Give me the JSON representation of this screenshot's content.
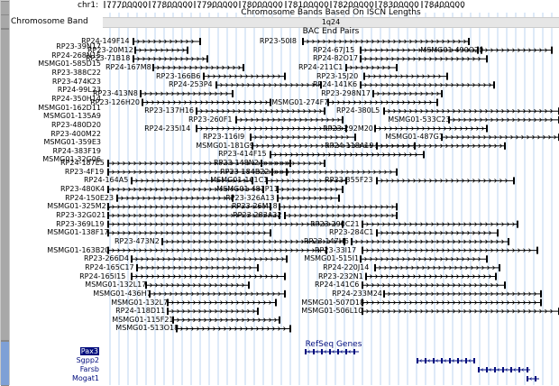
{
  "chrom": {
    "label": "chr1:",
    "ticks": [
      "77700000",
      "77800000",
      "77900000",
      "78000000",
      "78100000",
      "78200000",
      "78300000",
      "78400000"
    ]
  },
  "band_track": {
    "title": "Chromosome Bands Based On ISCN Lengths",
    "left_label": "Chromosome Band",
    "band_name": "1q24"
  },
  "bac_track": {
    "title": "BAC End Pairs",
    "left_labels": [
      "RP23-39N17",
      "RP24-268N15",
      "MSMG01-585D15",
      "RP23-388C22",
      "RP23-474K23",
      "RP24-99L23",
      "RP24-350H14",
      "MSMG01-162D11",
      "MSMG01-135A9",
      "RP23-480D20",
      "RP23-400M22",
      "MSMG01-359E3",
      "RP24-383F19",
      "MSMG01-32G06"
    ],
    "items": [
      {
        "label": "RP24-149F14",
        "row": 1
      },
      {
        "label": "RP23-50I8",
        "row": 1
      },
      {
        "label": "RP23-20M12",
        "row": 2
      },
      {
        "label": "RP24-67J15",
        "row": 2
      },
      {
        "label": "MSMG01-490O20",
        "row": 2
      },
      {
        "label": "RP23-71B18",
        "row": 3
      },
      {
        "label": "RP24-82O17",
        "row": 3
      },
      {
        "label": "RP24-167M8",
        "row": 4
      },
      {
        "label": "RP24-211C1",
        "row": 4
      },
      {
        "label": "RP23-166B6",
        "row": 5
      },
      {
        "label": "RP23-15J20",
        "row": 5
      },
      {
        "label": "RP24-253P4",
        "row": 6
      },
      {
        "label": "RP24-141K6",
        "row": 6
      },
      {
        "label": "RP23-413N8",
        "row": 7
      },
      {
        "label": "RP23-298N17",
        "row": 7
      },
      {
        "label": "RP23-126H20",
        "row": 8
      },
      {
        "label": "MSMG01-274F7",
        "row": 8
      },
      {
        "label": "RP23-137H16",
        "row": 9
      },
      {
        "label": "RP24-380L5",
        "row": 9
      },
      {
        "label": "RP23-260F1",
        "row": 10
      },
      {
        "label": "MSMG01-533C23",
        "row": 10
      },
      {
        "label": "RP24-235I14",
        "row": 11
      },
      {
        "label": "RP23-292M20",
        "row": 11
      },
      {
        "label": "RP23-116I9",
        "row": 12
      },
      {
        "label": "MSMG01-487G1",
        "row": 12
      },
      {
        "label": "MSMG01-181G9",
        "row": 13
      },
      {
        "label": "RP24-118A19",
        "row": 13
      },
      {
        "label": "RP23-414F15",
        "row": 14
      },
      {
        "label": "RP24-187E5",
        "row": 15
      },
      {
        "label": "RP23-148N2",
        "row": 15
      },
      {
        "label": "RP23-4F19",
        "row": 16
      },
      {
        "label": "RP23-184B22",
        "row": 16
      },
      {
        "label": "RP24-164A5",
        "row": 17
      },
      {
        "label": "MSMG01-161C1",
        "row": 17
      },
      {
        "label": "RP23-355F23",
        "row": 17
      },
      {
        "label": "RP23-480K4",
        "row": 18
      },
      {
        "label": "MSMG01-481P11",
        "row": 18
      },
      {
        "label": "RP24-150E23",
        "row": 19
      },
      {
        "label": "RP23-326A13",
        "row": 19
      },
      {
        "label": "MSMG01-325M21",
        "row": 20
      },
      {
        "label": "RP23-26M18",
        "row": 20
      },
      {
        "label": "RP23-32G021",
        "row": 21
      },
      {
        "label": "RP23-283A22",
        "row": 21
      },
      {
        "label": "RP23-369L19",
        "row": 22
      },
      {
        "label": "RP23-290C21",
        "row": 22
      },
      {
        "label": "MSMG01-138F17",
        "row": 23
      },
      {
        "label": "RP23-284C1",
        "row": 23
      },
      {
        "label": "RP23-473N2",
        "row": 24
      },
      {
        "label": "RP23-147H6",
        "row": 24
      },
      {
        "label": "MSMG01-163B20",
        "row": 25
      },
      {
        "label": "RP23-33I17",
        "row": 25
      },
      {
        "label": "RP23-266D4",
        "row": 26
      },
      {
        "label": "MSMG01-515I1",
        "row": 26
      },
      {
        "label": "RP24-165C17",
        "row": 27
      },
      {
        "label": "RP24-220J14",
        "row": 27
      },
      {
        "label": "RP24-165I15",
        "row": 28
      },
      {
        "label": "RP23-232N1",
        "row": 28
      },
      {
        "label": "MSMG01-132L17",
        "row": 29
      },
      {
        "label": "RP24-141C6",
        "row": 29
      },
      {
        "label": "MSMG01-436H7",
        "row": 30
      },
      {
        "label": "RP24-233M24",
        "row": 30
      },
      {
        "label": "MSMG01-132L7",
        "row": 31
      },
      {
        "label": "MSMG01-507D18",
        "row": 31
      },
      {
        "label": "RP24-118D11",
        "row": 32
      },
      {
        "label": "MSMG01-506L10",
        "row": 32
      },
      {
        "label": "MSMG01-115F21",
        "row": 33
      },
      {
        "label": "MSMG01-513O18",
        "row": 34
      }
    ]
  },
  "refseq_track": {
    "title": "RefSeq Genes",
    "genes": [
      {
        "name": "Pax3",
        "selected": true
      },
      {
        "name": "Sgpp2",
        "selected": false
      },
      {
        "name": "Farsb",
        "selected": false
      },
      {
        "name": "Mogat1",
        "selected": false
      }
    ]
  },
  "colors": {
    "bac_line": "#000000",
    "gene": "#000c7d",
    "band_bg": "#e6e6e6",
    "grid": "#bcd4f0",
    "sidebar": "#c8c8c8"
  }
}
